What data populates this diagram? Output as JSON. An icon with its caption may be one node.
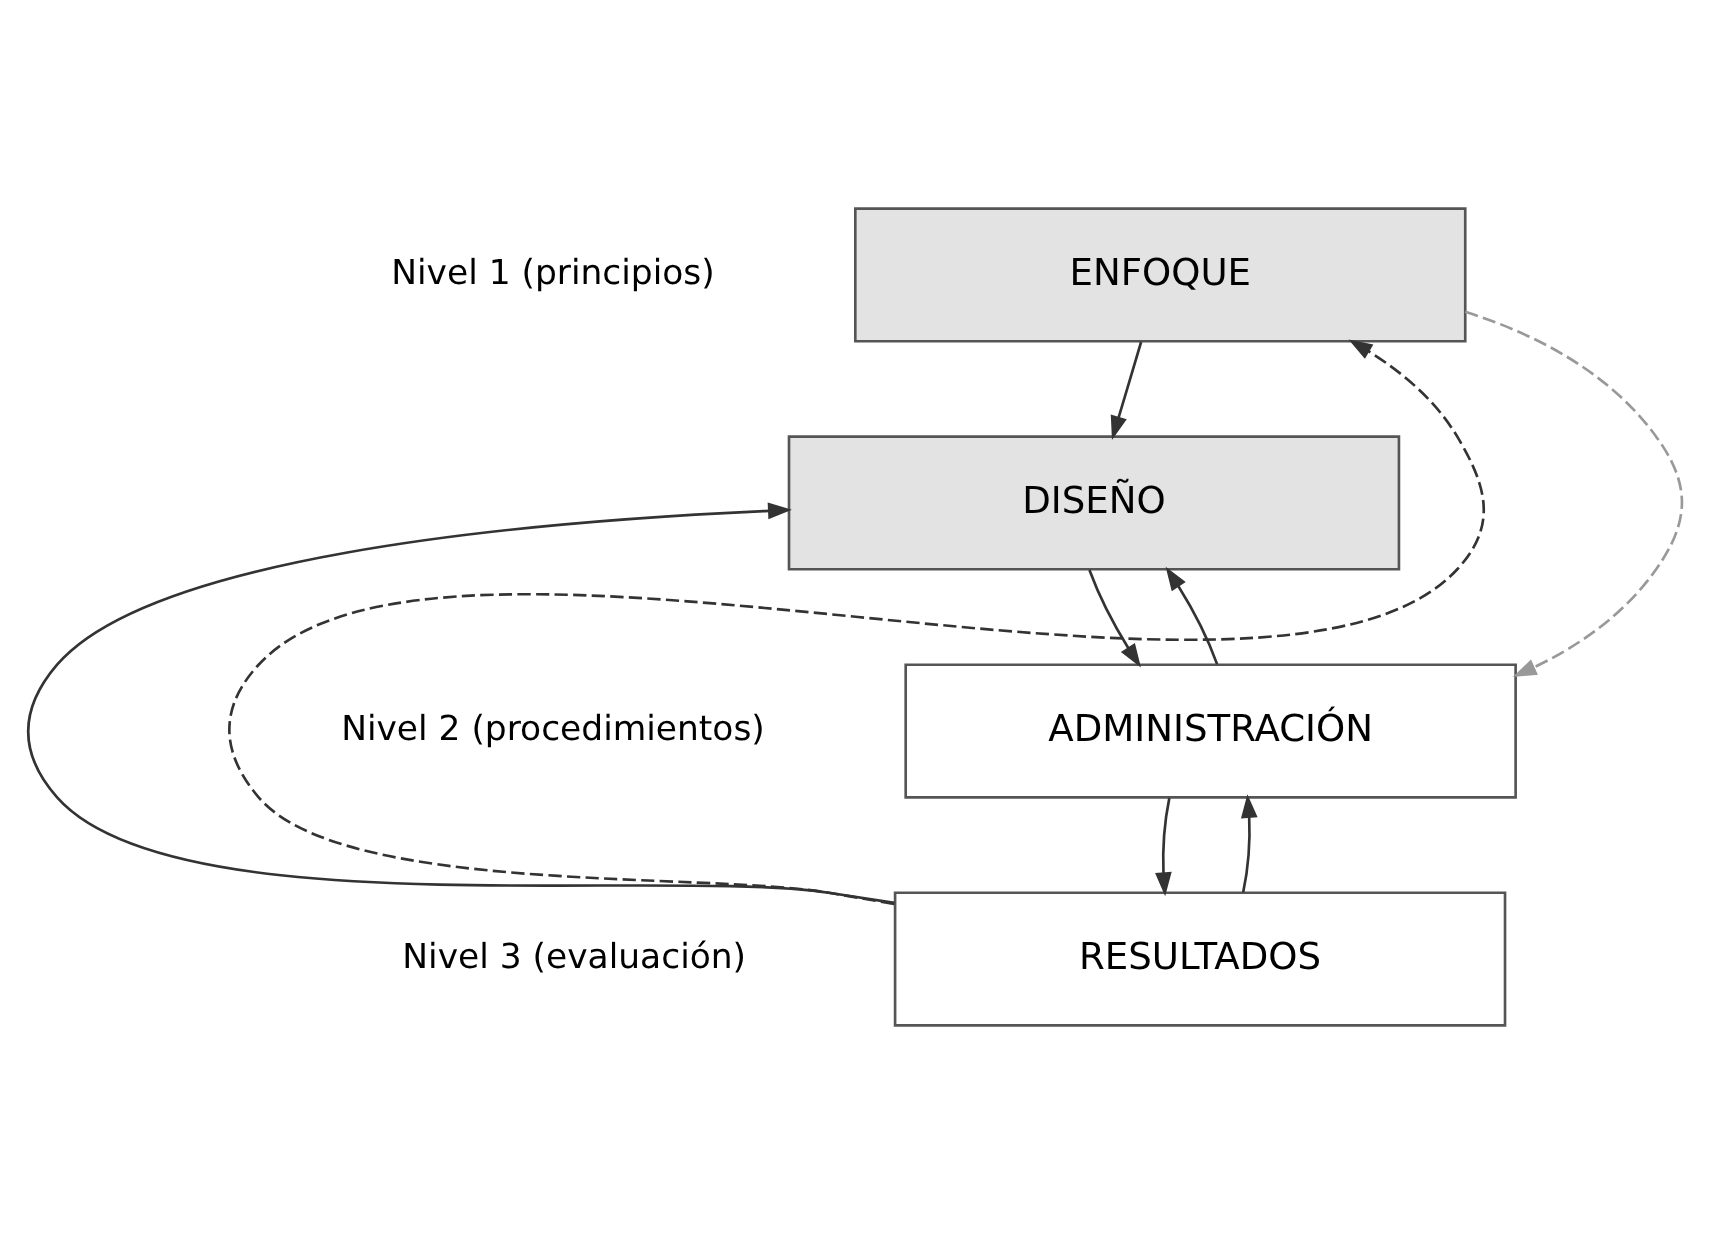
{
  "diagram": {
    "nodes": [
      {
        "text": [
          "ENFOQUE"
        ]
      },
      {
        "text": [
          "DISEÑO"
        ]
      },
      {
        "text": [
          "ADMINISTRACIÓN"
        ]
      },
      {
        "text": [
          "RESULTADOS"
        ]
      }
    ],
    "edges": [
      {
        "from": 0,
        "to": 1,
        "arrow": "to"
      },
      {
        "from": 1,
        "to": 2,
        "arrow": "to"
      },
      {
        "from": 2,
        "to": 1,
        "arrow": "to"
      },
      {
        "from": 2,
        "to": 3,
        "arrow": "to"
      },
      {
        "from": 3,
        "to": 2,
        "arrow": "to"
      },
      {
        "from": 3,
        "to": 1,
        "arrow": "to"
      },
      {
        "from": 3,
        "to": 0,
        "arrow": "to",
        "style": "dashed"
      },
      {
        "from": 0,
        "to": 2,
        "arrow": "to",
        "style": "dashed",
        "color": "#999999"
      }
    ],
    "labels": [
      "Nivel 1 (principios)",
      "Nivel 2 (procedimientos)",
      "Nivel 3 (evaluación)"
    ]
  }
}
